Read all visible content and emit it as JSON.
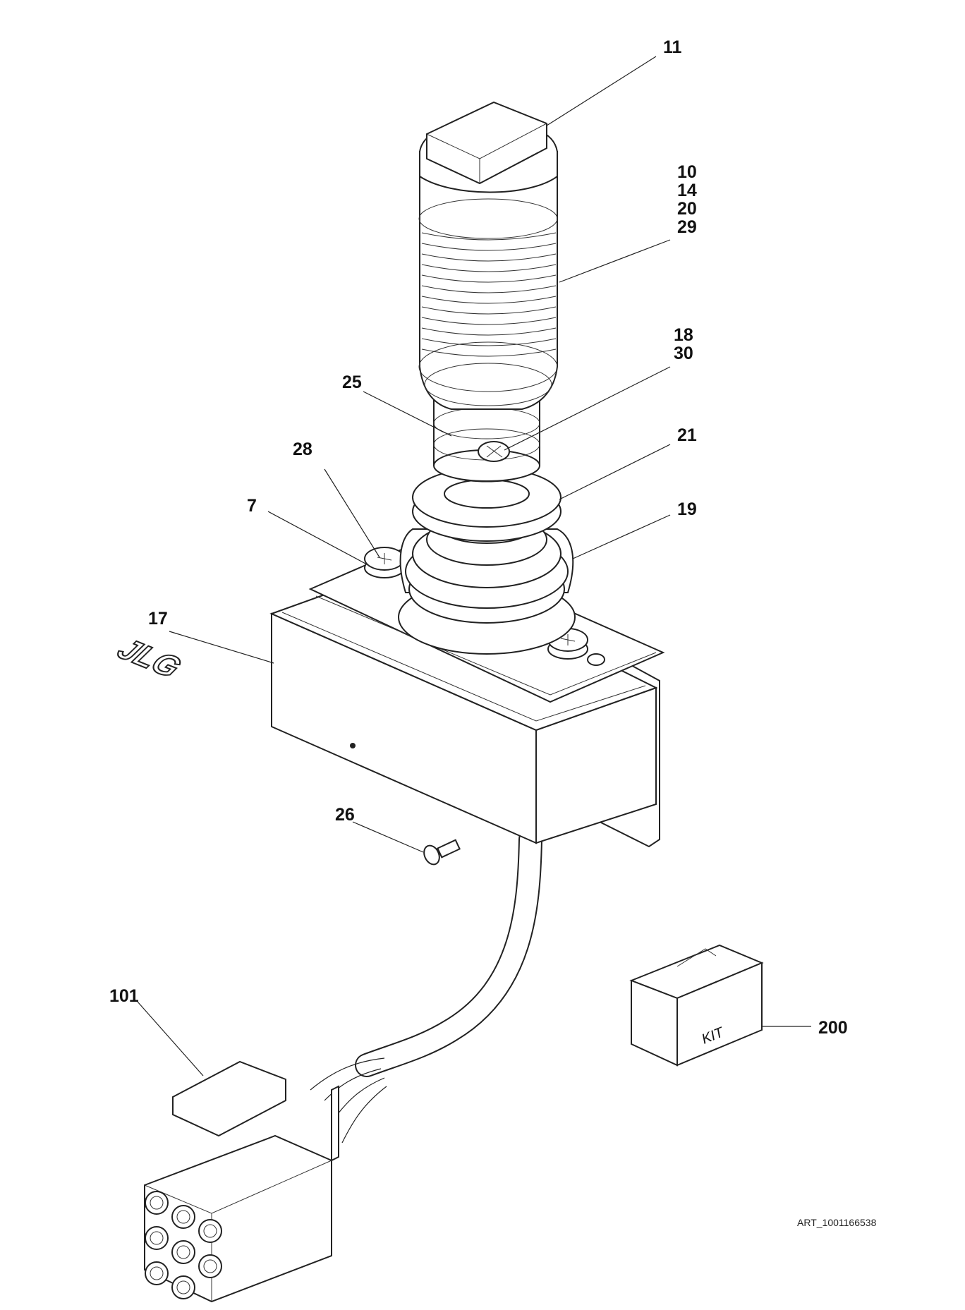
{
  "diagram": {
    "callouts": {
      "c11": "11",
      "c10": "10",
      "c14": "14",
      "c20": "20",
      "c29": "29",
      "c18": "18",
      "c30": "30",
      "c25": "25",
      "c21": "21",
      "c28": "28",
      "c7": "7",
      "c19": "19",
      "c17": "17",
      "c26": "26",
      "c101": "101",
      "c200": "200"
    },
    "brand_mark": "JLG",
    "kit_box_label": "KIT",
    "art_number": "ART_1001166538"
  }
}
